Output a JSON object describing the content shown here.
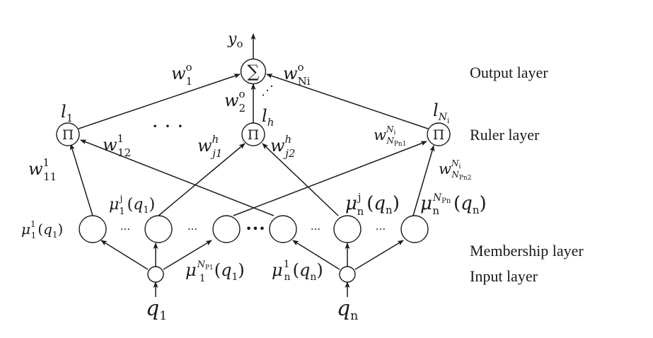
{
  "layers": {
    "output": "Output layer",
    "ruler": "Ruler layer",
    "membership": "Membership layer",
    "input": "Input layer"
  },
  "nodes": {
    "sum_symbol": "∑",
    "product_symbol": "Π"
  },
  "symbols": {
    "y": "y",
    "y_sub": "o",
    "w": "w",
    "mu": "μ",
    "q": "q",
    "l": "l",
    "sub_1": "1",
    "sub_n": "n",
    "sub_h": "h",
    "sub_N": "N",
    "sub_i": "i",
    "sup_o": "o",
    "sup_1": "1",
    "sup_h": "h",
    "sup_j": "j",
    "sub_Ni": "Ni",
    "sub_11": "11",
    "sub_12": "12",
    "sub_j1": "j1",
    "sub_j2": "j2",
    "sub_2": "2",
    "sub_NPn1": "N",
    "sub_Pn1": "Pn1",
    "sub_Pn2": "Pn2",
    "sup_NP1": "N",
    "sup_P1": "P1",
    "sup_NPn": "N",
    "sup_Pn": "Pn",
    "paren_open": "(",
    "paren_close": ")"
  },
  "ellipses": {
    "ruler": "· · ·",
    "out": "⋰",
    "mem_small": "···",
    "mem_big": "•••"
  }
}
